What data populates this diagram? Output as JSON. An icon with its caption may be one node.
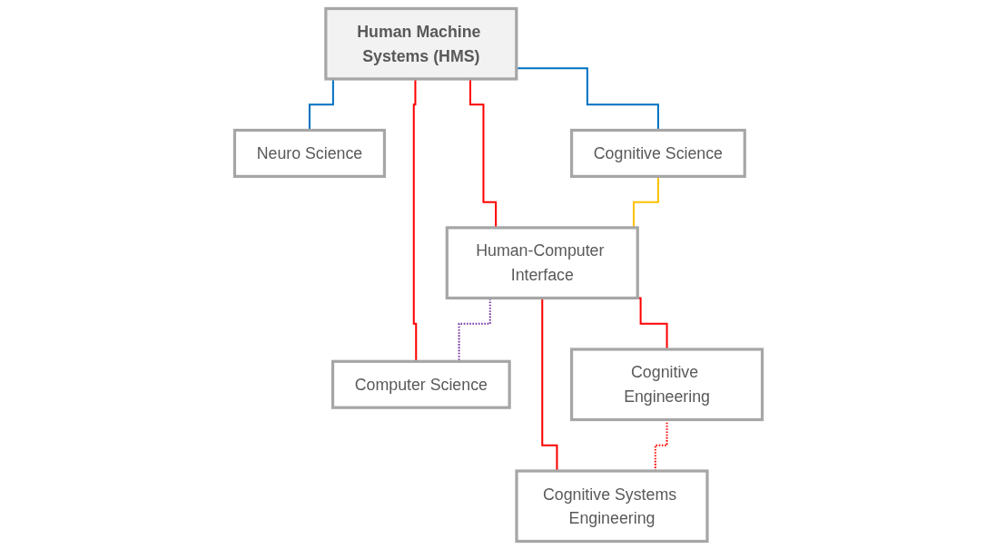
{
  "diagram": {
    "nodes": [
      {
        "text": [
          "Human Machine Systems (HMS)"
        ]
      },
      {
        "text": [
          "Neuro Science"
        ]
      },
      {
        "text": [
          "Cognitive Science"
        ]
      },
      {
        "text": [
          "Human-Computer Interface"
        ]
      },
      {
        "text": [
          "Computer Science"
        ]
      },
      {
        "text": [
          "Cognitive Engineering"
        ]
      },
      {
        "text": [
          "Cognitive Systems Engineering"
        ]
      }
    ],
    "edges": [
      {
        "from": 0,
        "to": 1,
        "arrow": "none",
        "color": "#0070c0"
      },
      {
        "from": 0,
        "to": 2,
        "arrow": "none",
        "color": "#0070c0"
      },
      {
        "from": 0,
        "to": 3,
        "arrow": "none"
      },
      {
        "from": 0,
        "to": 4,
        "arrow": "none"
      },
      {
        "from": 2,
        "to": 3,
        "arrow": "none",
        "color": "#ffc000"
      },
      {
        "from": 3,
        "to": 4,
        "arrow": "none",
        "style": "dashed",
        "color": "#7030a0"
      },
      {
        "from": 3,
        "to": 5,
        "arrow": "none"
      },
      {
        "from": 3,
        "to": 6,
        "arrow": "none"
      },
      {
        "from": 5,
        "to": 6,
        "arrow": "none",
        "style": "dashed"
      }
    ]
  }
}
